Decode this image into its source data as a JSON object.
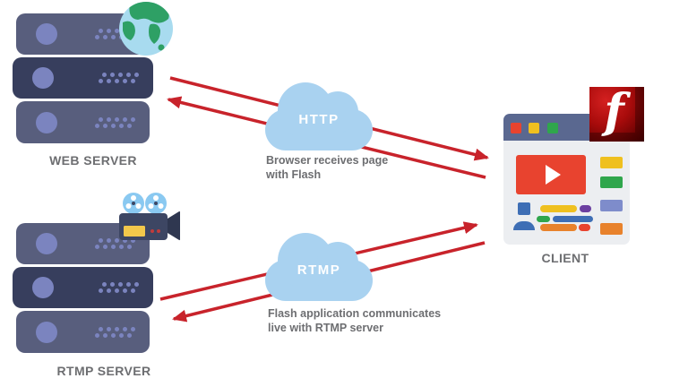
{
  "labels": {
    "web_server": "WEB SERVER",
    "rtmp_server": "RTMP SERVER",
    "client": "CLIENT"
  },
  "clouds": {
    "http": {
      "label": "HTTP",
      "caption_line1": "Browser receives page",
      "caption_line2": "with Flash"
    },
    "rtmp": {
      "label": "RTMP",
      "caption_line1": "Flash application communicates",
      "caption_line2": "live with RTMP server"
    }
  },
  "flash_logo": {
    "letter": "f"
  },
  "arrows": [
    {
      "id": "web-server-to-client",
      "from": "WEB SERVER",
      "to": "CLIENT",
      "via": "HTTP"
    },
    {
      "id": "client-to-web-server",
      "from": "CLIENT",
      "to": "WEB SERVER",
      "via": "HTTP"
    },
    {
      "id": "rtmp-server-to-client",
      "from": "RTMP SERVER",
      "to": "CLIENT",
      "via": "RTMP"
    },
    {
      "id": "client-to-rtmp-server",
      "from": "CLIENT",
      "to": "RTMP SERVER",
      "via": "RTMP"
    }
  ],
  "colors": {
    "slate_light": "#585E7D",
    "slate_dark": "#373E5D",
    "accent_dot": "#7B84BF",
    "cloud_blue": "#A9D2F0",
    "arrow_red": "#C8232B",
    "text_gray": "#6D6E71",
    "browser_header": "#5A6890",
    "browser_body": "#ECEEF1",
    "red": "#E8432F",
    "yellow": "#EFC01F",
    "green": "#2FA64C",
    "periwinkle": "#7E8CCB",
    "orange": "#E8822C",
    "blue": "#3E6EB5",
    "purple": "#6B3FA0",
    "globe_water": "#A8DBEF",
    "globe_land": "#2EA065",
    "camera_body": "#3D4663",
    "camera_reel": "#8AC9F1"
  }
}
